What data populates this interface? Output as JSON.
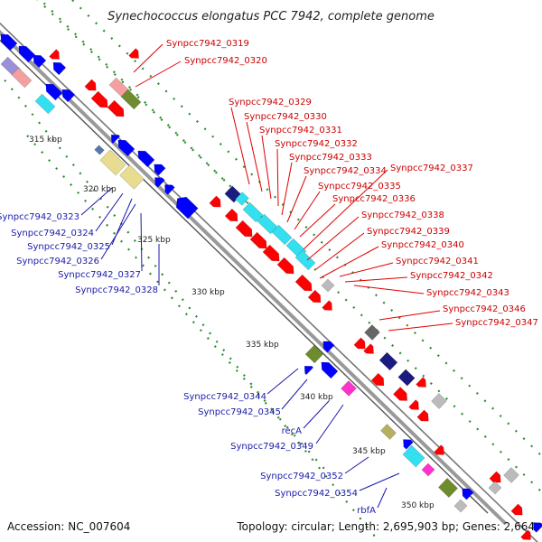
{
  "title": "Synechococcus elongatus PCC 7942, complete genome",
  "accession_text": "Accession: NC_007604",
  "topology_text": "Topology: circular; Length: 2,695,903 bp; Genes: 2,664",
  "colors": {
    "forward_label": "#cc0000",
    "reverse_label": "#1a1aaa",
    "backbone": "#888888",
    "tick_dots": "#2e8b2e",
    "red": "#ff0000",
    "pink": "#f4a0a0",
    "olive": "#6e8b2e",
    "navy": "#1a1a80",
    "blue": "#0000ff",
    "cyan": "#33e0f0",
    "khaki": "#e8dc90",
    "magenta": "#ff33cc",
    "grey": "#bbbbbb",
    "darkgrey": "#666666",
    "lavender": "#9b8fd8",
    "steel": "#5577aa",
    "khaki_dark": "#b4b060"
  },
  "kbp_labels": [
    {
      "text": "315 kbp",
      "pos": 315
    },
    {
      "text": "320 kbp",
      "pos": 320
    },
    {
      "text": "325 kbp",
      "pos": 325
    },
    {
      "text": "330 kbp",
      "pos": 330
    },
    {
      "text": "335 kbp",
      "pos": 335
    },
    {
      "text": "340 kbp",
      "pos": 340
    },
    {
      "text": "345 kbp",
      "pos": 345
    },
    {
      "text": "350 kbp",
      "pos": 350
    }
  ],
  "gene_labels_forward": [
    "Synpcc7942_0319",
    "Synpcc7942_0320",
    "Synpcc7942_0329",
    "Synpcc7942_0330",
    "Synpcc7942_0331",
    "Synpcc7942_0332",
    "Synpcc7942_0333",
    "Synpcc7942_0334",
    "Synpcc7942_0335",
    "Synpcc7942_0336",
    "Synpcc7942_0337",
    "Synpcc7942_0338",
    "Synpcc7942_0339",
    "Synpcc7942_0340",
    "Synpcc7942_0341",
    "Synpcc7942_0342",
    "Synpcc7942_0343",
    "Synpcc7942_0346",
    "Synpcc7942_0347"
  ],
  "gene_labels_reverse": [
    "Synpcc7942_0323",
    "Synpcc7942_0324",
    "Synpcc7942_0325",
    "Synpcc7942_0326",
    "Synpcc7942_0327",
    "Synpcc7942_0328",
    "Synpcc7942_0344",
    "Synpcc7942_0345",
    "recA",
    "Synpcc7942_0349",
    "Synpcc7942_0352",
    "Synpcc7942_0354",
    "rbfA"
  ]
}
